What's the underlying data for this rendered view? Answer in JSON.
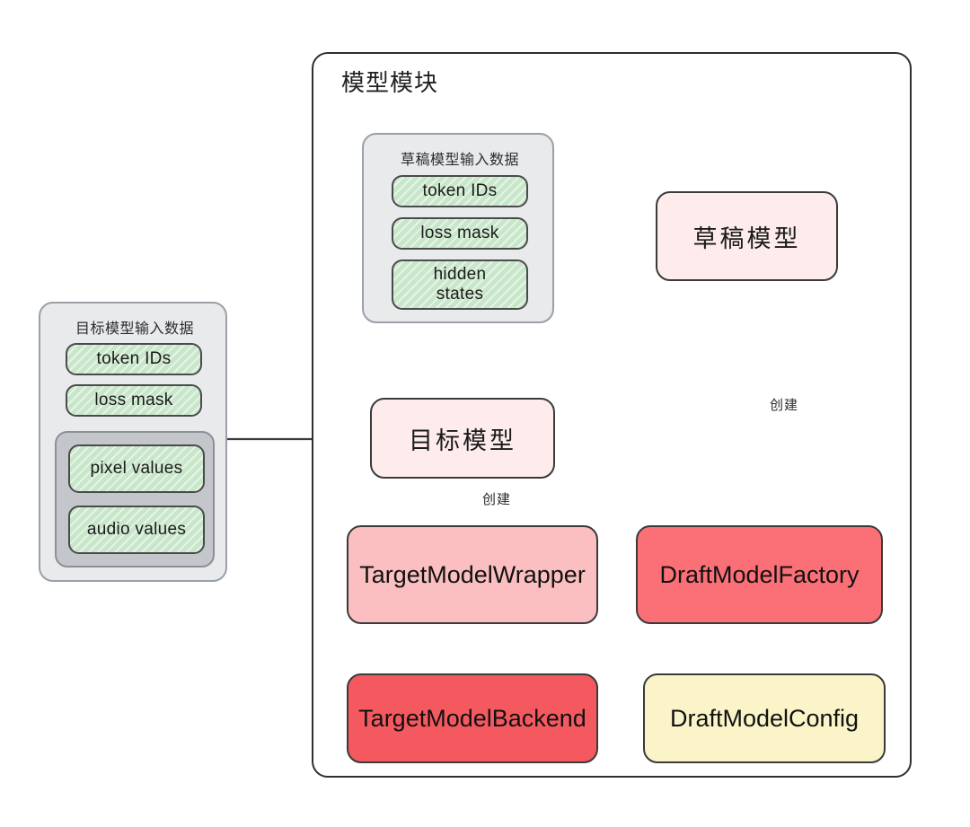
{
  "module": {
    "title": "模型模块"
  },
  "target_input_panel": {
    "title": "目标模型输入数据",
    "items": [
      {
        "label": "token IDs"
      },
      {
        "label": "loss mask"
      }
    ],
    "nested_group": {
      "items": [
        {
          "label": "pixel values"
        },
        {
          "label": "audio values"
        }
      ]
    }
  },
  "draft_input_panel": {
    "title": "草稿模型输入数据",
    "items": [
      {
        "label": "token IDs"
      },
      {
        "label": "loss mask"
      },
      {
        "label": "hidden\nstates",
        "line1": "hidden",
        "line2": "states"
      }
    ]
  },
  "nodes": {
    "target_model": "目标模型",
    "draft_model": "草稿模型",
    "target_model_wrapper": "TargetModelWrapper",
    "target_model_backend": "TargetModelBackend",
    "draft_model_factory": "DraftModelFactory",
    "draft_model_config": "DraftModelConfig"
  },
  "edges": {
    "target_create_label": "创建",
    "draft_create_label": "创建"
  },
  "colors": {
    "green_fill": "#c8e6c9",
    "panel_gray": "#e8eaec",
    "panel_gray_nested": "#c3c7cb",
    "pink_light": "#fdeceb",
    "pink_mid": "#fbbfc2",
    "pink_dark": "#fb7077",
    "red": "#f4595f",
    "yellow": "#fbf4c8",
    "stroke": "#3b3b3b"
  }
}
